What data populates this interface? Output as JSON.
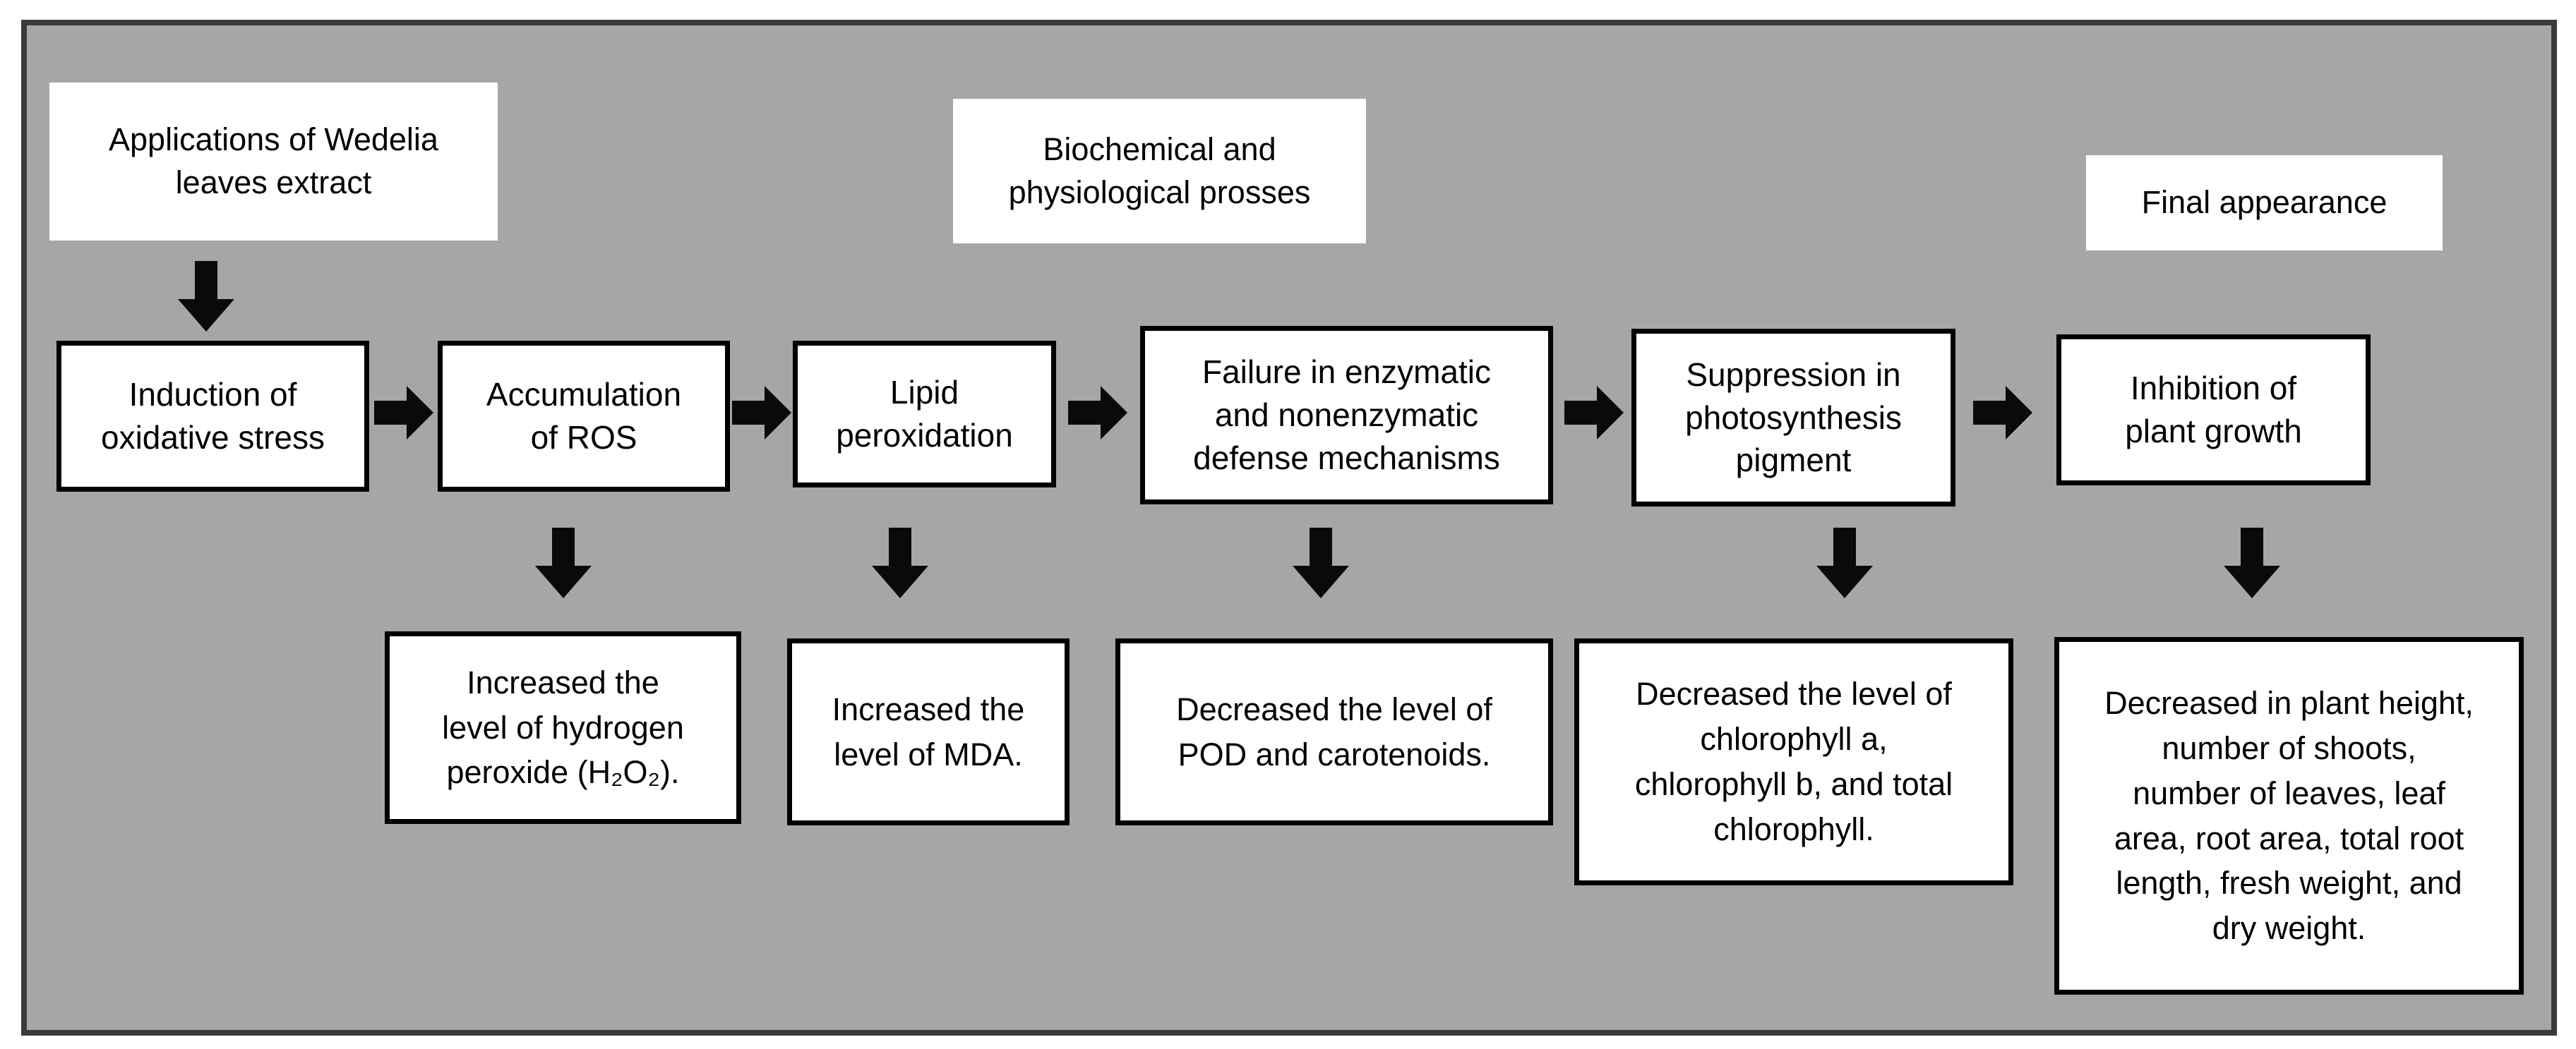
{
  "figure": {
    "description_colors": {
      "page_background": "#ffffff",
      "panel_background": "#a6a6a6",
      "panel_border": "#3a3a3a",
      "box_background": "#ffffff",
      "box_border": "#000000",
      "arrow_fill": "#0a0a0a",
      "text": "#000000"
    }
  },
  "stage_labels": {
    "applications": {
      "lines": [
        "Applications of Wedelia",
        "leaves extract"
      ]
    },
    "biochemical": {
      "lines": [
        "Biochemical and",
        "physiological prosses"
      ]
    },
    "final": {
      "lines": [
        "Final appearance"
      ]
    }
  },
  "process_row": [
    {
      "lines": [
        "Induction of",
        "oxidative stress"
      ]
    },
    {
      "lines": [
        "Accumulation",
        "of ROS"
      ]
    },
    {
      "lines": [
        "Lipid",
        "peroxidation"
      ]
    },
    {
      "lines": [
        "Failure in enzymatic",
        "and nonenzymatic",
        "defense mechanisms"
      ]
    },
    {
      "lines": [
        "Suppression in",
        "photosynthesis",
        "pigment"
      ]
    },
    {
      "lines": [
        "Inhibition of",
        "plant growth"
      ]
    }
  ],
  "outcome_row": [
    {
      "lines": [
        "Increased the",
        "level of hydrogen",
        "peroxide (H₂O₂)."
      ]
    },
    {
      "lines": [
        "Increased the",
        "level of MDA."
      ]
    },
    {
      "lines": [
        "Decreased the level of",
        "POD and carotenoids."
      ]
    },
    {
      "lines": [
        "Decreased the level of",
        "chlorophyll a,",
        "chlorophyll b, and total",
        "chlorophyll."
      ]
    },
    {
      "lines": [
        "Decreased in plant height,",
        "number of shoots,",
        "number of leaves, leaf",
        "area, root area, total root",
        "length, fresh weight, and",
        "dry weight."
      ]
    }
  ]
}
